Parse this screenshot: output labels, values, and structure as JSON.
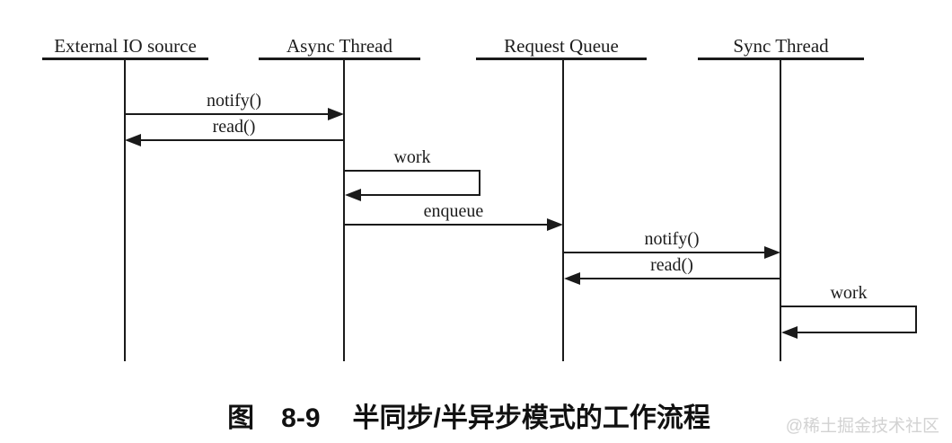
{
  "diagram": {
    "type": "sequence-diagram",
    "actors": [
      {
        "name": "External IO source"
      },
      {
        "name": "Async Thread"
      },
      {
        "name": "Request Queue"
      },
      {
        "name": "Sync Thread"
      }
    ],
    "messages": [
      {
        "label": "notify()",
        "from": "External IO source",
        "to": "Async Thread",
        "direction": "right"
      },
      {
        "label": "read()",
        "from": "Async Thread",
        "to": "External IO source",
        "direction": "left"
      },
      {
        "label": "work",
        "type": "self-loop",
        "actor": "Async Thread"
      },
      {
        "label": "enqueue",
        "from": "Async Thread",
        "to": "Request Queue",
        "direction": "right"
      },
      {
        "label": "notify()",
        "from": "Request Queue",
        "to": "Sync Thread",
        "direction": "right"
      },
      {
        "label": "read()",
        "from": "Sync Thread",
        "to": "Request Queue",
        "direction": "left"
      },
      {
        "label": "work",
        "type": "self-loop",
        "actor": "Sync Thread"
      }
    ],
    "colors": {
      "line": "#1a1a1a",
      "background": "#ffffff",
      "watermark": "#d2d2d2"
    }
  },
  "caption": {
    "prefix": "图",
    "number": "8-9",
    "title": "半同步/半异步模式的工作流程"
  },
  "watermark": {
    "text": "@稀土掘金技术社区"
  }
}
